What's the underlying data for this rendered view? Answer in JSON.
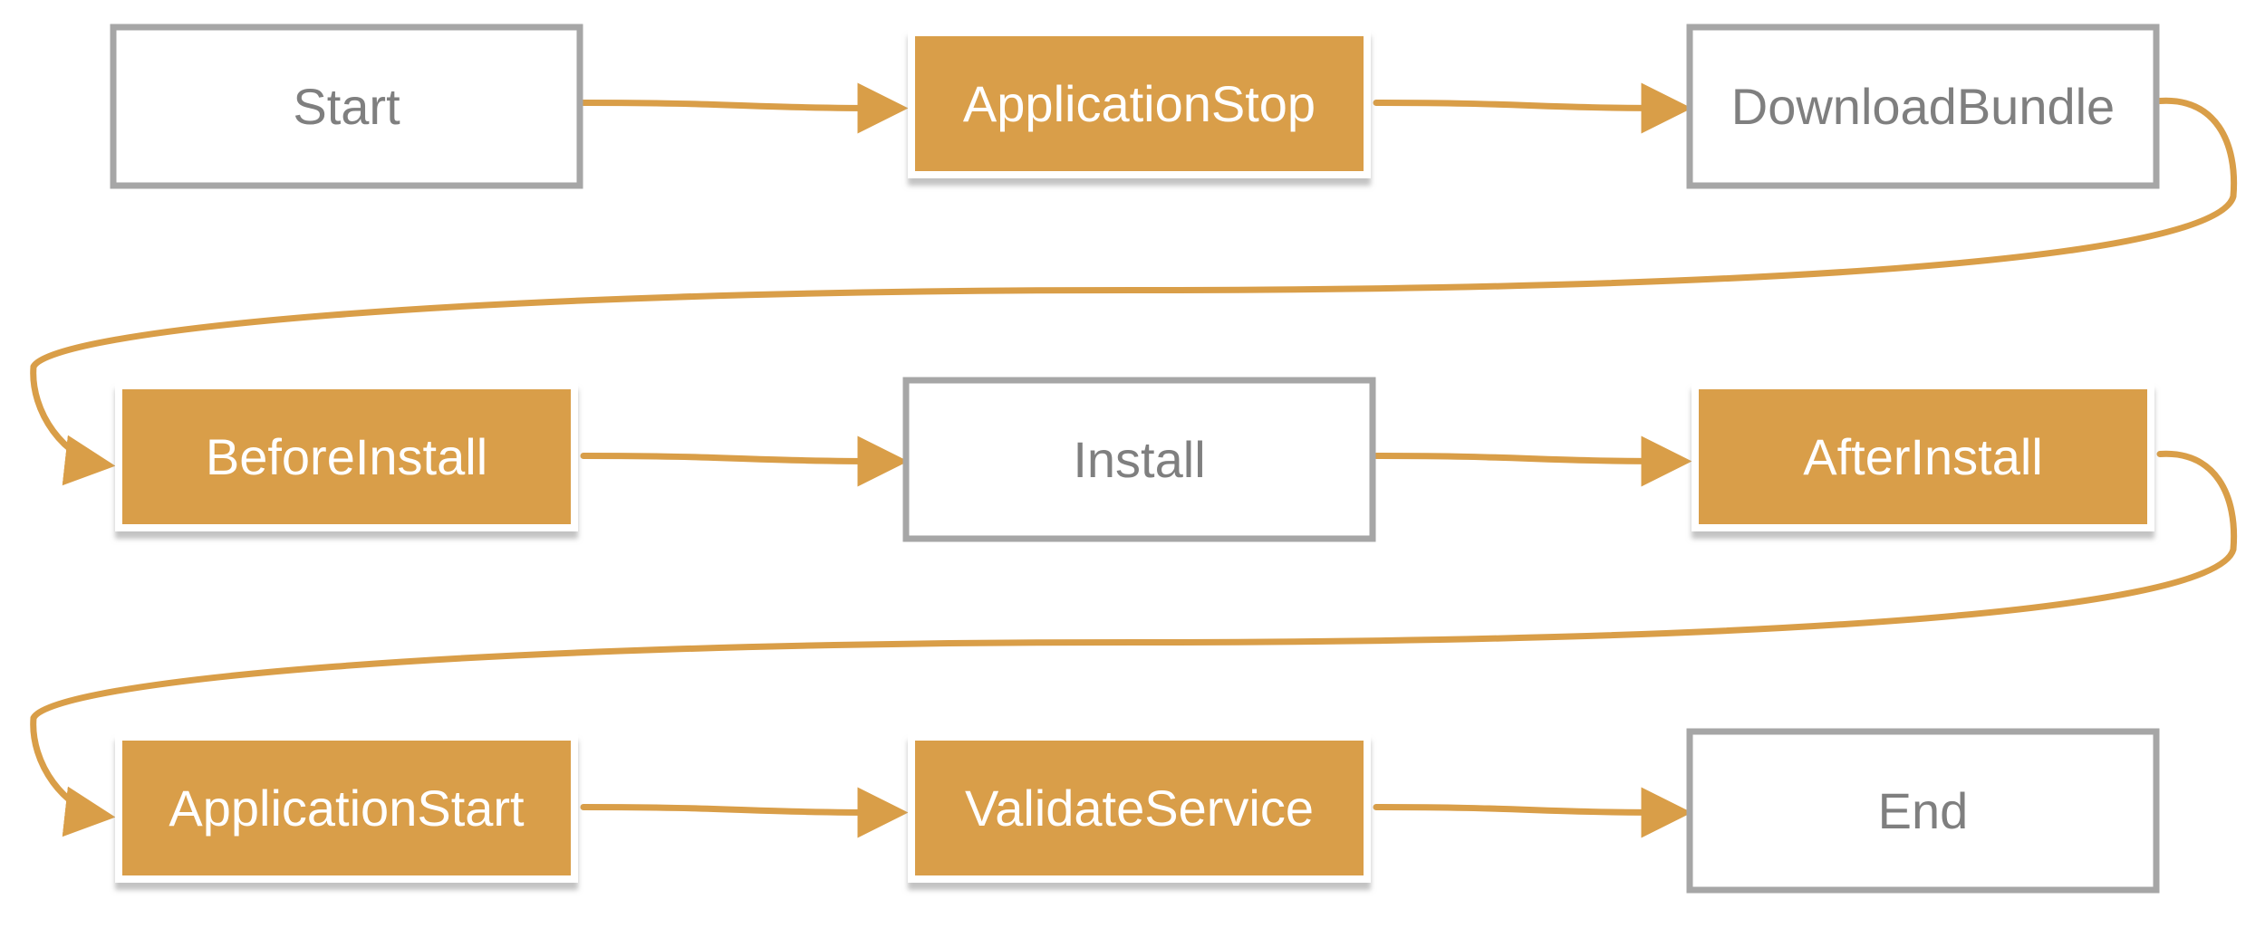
{
  "colors": {
    "accent": "#D99E48",
    "outline": "#A6A6A6",
    "text_dark": "#7F7F7F",
    "text_light": "#FFFFFF",
    "shadow": "#B5B5B5"
  },
  "nodes": [
    {
      "label": "Start",
      "style": "outline"
    },
    {
      "label": "ApplicationStop",
      "style": "filled"
    },
    {
      "label": "DownloadBundle",
      "style": "outline"
    },
    {
      "label": "BeforeInstall",
      "style": "filled"
    },
    {
      "label": "Install",
      "style": "outline"
    },
    {
      "label": "AfterInstall",
      "style": "filled"
    },
    {
      "label": "ApplicationStart",
      "style": "filled"
    },
    {
      "label": "ValidateService",
      "style": "filled"
    },
    {
      "label": "End",
      "style": "outline"
    }
  ],
  "edges": [
    {
      "from": "Start",
      "to": "ApplicationStop"
    },
    {
      "from": "ApplicationStop",
      "to": "DownloadBundle"
    },
    {
      "from": "DownloadBundle",
      "to": "BeforeInstall"
    },
    {
      "from": "BeforeInstall",
      "to": "Install"
    },
    {
      "from": "Install",
      "to": "AfterInstall"
    },
    {
      "from": "AfterInstall",
      "to": "ApplicationStart"
    },
    {
      "from": "ApplicationStart",
      "to": "ValidateService"
    },
    {
      "from": "ValidateService",
      "to": "End"
    }
  ]
}
